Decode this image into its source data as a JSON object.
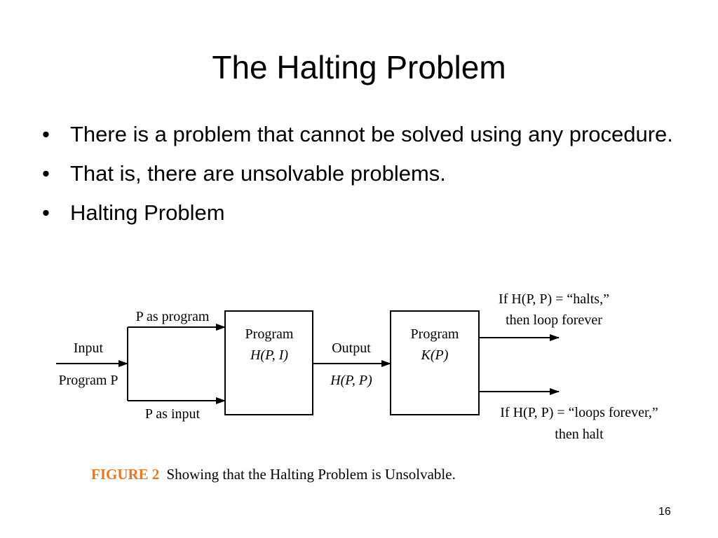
{
  "slide": {
    "title": "The Halting Problem",
    "bullet_symbol": "•",
    "bullets": [
      "There is a problem that cannot be solved using any procedure.",
      "That is, there are unsolvable problems.",
      "Halting Problem"
    ],
    "page_number": "16"
  },
  "diagram": {
    "input_label_1": "Input",
    "input_label_2": "Program P",
    "top_branch_label": "P as program",
    "bottom_branch_label": "P as input",
    "box_h_title": "Program",
    "box_h_sub": "H(P, I)",
    "output_label_1": "Output",
    "output_label_2": "H(P, P)",
    "box_k_title": "Program",
    "box_k_sub": "K(P)",
    "upper_result_1": "If H(P, P) = “halts,”",
    "upper_result_2": "then loop forever",
    "lower_result_1": "If H(P, P) = “loops forever,”",
    "lower_result_2": "then halt"
  },
  "caption": {
    "figure_label": "FIGURE 2",
    "text": "Showing that the Halting Problem is Unsolvable."
  },
  "colors": {
    "figure_label": "#e87722",
    "lines": "#000000"
  }
}
